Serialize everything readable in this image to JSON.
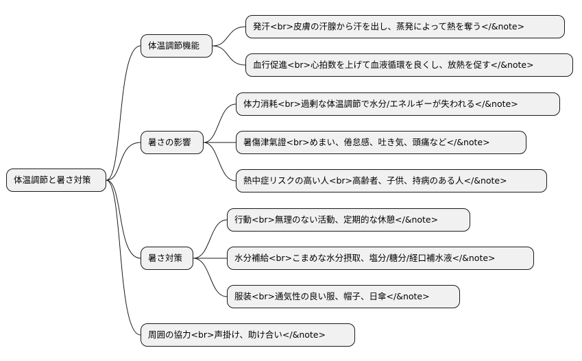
{
  "root": {
    "label": "体温調節と暑さ対策"
  },
  "branches": [
    {
      "label": "体温調節機能",
      "children": [
        "発汗<br>皮膚の汗腺から汗を出し、蒸発によって熱を奪う</&note>",
        "血行促進<br>心拍数を上げて血液循環を良くし、放熱を促す</&note>"
      ]
    },
    {
      "label": "暑さの影響",
      "children": [
        "体力消耗<br>過剰な体温調節で水分/エネルギーが失われる</&note>",
        "暑傷津氣證<br>めまい、倦怠感、吐き気、頭痛など</&note>",
        "熱中症リスクの高い人<br>高齢者、子供、持病のある人</&note>"
      ]
    },
    {
      "label": "暑さ対策",
      "children": [
        "行動<br>無理のない活動、定期的な休憩</&note>",
        "水分補給<br>こまめな水分摂取、塩分/糖分/経口補水液</&note>",
        "服装<br>通気性の良い服、帽子、日傘</&note>"
      ]
    },
    {
      "label": "周囲の協力<br>声掛け、助け合い</&note>",
      "children": []
    }
  ]
}
